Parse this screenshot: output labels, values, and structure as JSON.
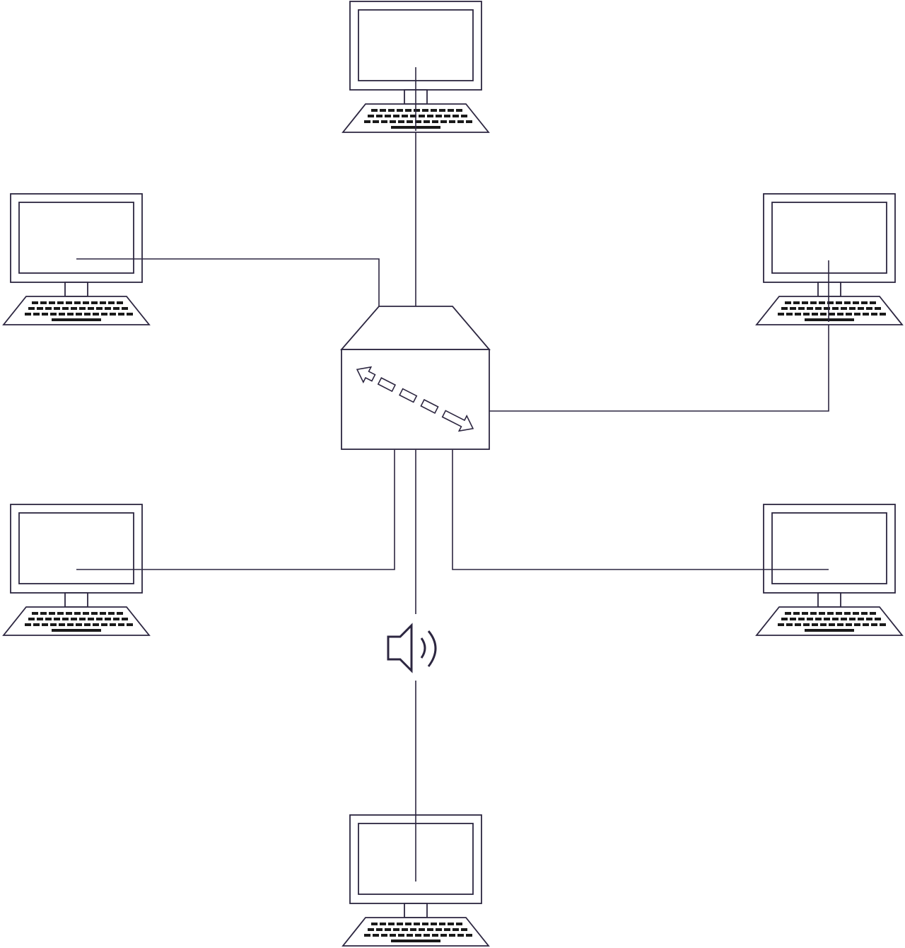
{
  "diagram": {
    "kind": "network-topology",
    "colors": {
      "background": "#ffffff",
      "stroke": "#2c2640",
      "key": "#1a1a1a"
    },
    "switch": {
      "icon": "bidirectional-arrow-icon"
    },
    "connector_icon": "speaker-icon",
    "computers": [
      {
        "id": "top",
        "icon": "desktop-computer-icon"
      },
      {
        "id": "left-upper",
        "icon": "desktop-computer-icon"
      },
      {
        "id": "right-upper",
        "icon": "desktop-computer-icon"
      },
      {
        "id": "left-lower",
        "icon": "desktop-computer-icon"
      },
      {
        "id": "right-lower",
        "icon": "desktop-computer-icon"
      },
      {
        "id": "bottom",
        "icon": "desktop-computer-icon"
      }
    ]
  }
}
